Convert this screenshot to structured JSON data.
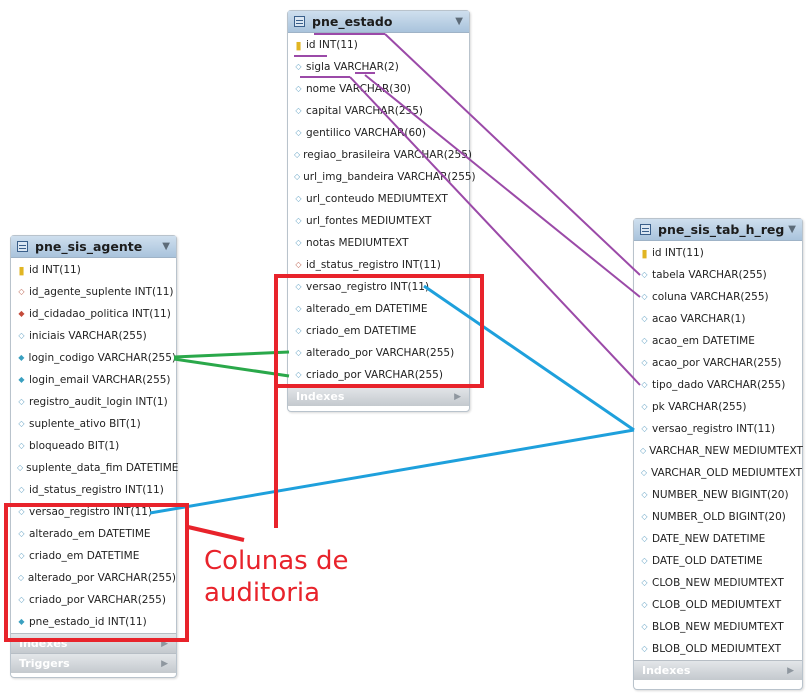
{
  "tables": {
    "estado": {
      "name": "pne_estado",
      "columns": [
        {
          "icon": "key",
          "text": "id INT(11)"
        },
        {
          "icon": "col",
          "text": "sigla VARCHAR(2)"
        },
        {
          "icon": "col",
          "text": "nome VARCHAR(30)"
        },
        {
          "icon": "col",
          "text": "capital VARCHAR(255)"
        },
        {
          "icon": "col",
          "text": "gentilico VARCHAR(60)"
        },
        {
          "icon": "col",
          "text": "regiao_brasileira VARCHAR(255)"
        },
        {
          "icon": "col",
          "text": "url_img_bandeira VARCHAR(255)"
        },
        {
          "icon": "col",
          "text": "url_conteudo MEDIUMTEXT"
        },
        {
          "icon": "col",
          "text": "url_fontes MEDIUMTEXT"
        },
        {
          "icon": "col",
          "text": "notas MEDIUMTEXT"
        },
        {
          "icon": "fk",
          "text": "id_status_registro INT(11)"
        },
        {
          "icon": "col",
          "text": "versao_registro INT(11)"
        },
        {
          "icon": "col",
          "text": "alterado_em DATETIME"
        },
        {
          "icon": "col",
          "text": "criado_em DATETIME"
        },
        {
          "icon": "col",
          "text": "alterado_por VARCHAR(255)"
        },
        {
          "icon": "col",
          "text": "criado_por VARCHAR(255)"
        }
      ],
      "sections": [
        "Indexes"
      ]
    },
    "agente": {
      "name": "pne_sis_agente",
      "columns": [
        {
          "icon": "key",
          "text": "id INT(11)"
        },
        {
          "icon": "fk",
          "text": "id_agente_suplente INT(11)"
        },
        {
          "icon": "fkfill",
          "text": "id_cidadao_politica INT(11)"
        },
        {
          "icon": "col",
          "text": "iniciais VARCHAR(255)"
        },
        {
          "icon": "col-fill",
          "text": "login_codigo VARCHAR(255)"
        },
        {
          "icon": "col-fill",
          "text": "login_email VARCHAR(255)"
        },
        {
          "icon": "col",
          "text": "registro_audit_login INT(1)"
        },
        {
          "icon": "col",
          "text": "suplente_ativo BIT(1)"
        },
        {
          "icon": "col",
          "text": "bloqueado BIT(1)"
        },
        {
          "icon": "col",
          "text": "suplente_data_fim DATETIME"
        },
        {
          "icon": "col",
          "text": "id_status_registro INT(11)"
        },
        {
          "icon": "col",
          "text": "versao_registro INT(11)"
        },
        {
          "icon": "col",
          "text": "alterado_em DATETIME"
        },
        {
          "icon": "col",
          "text": "criado_em DATETIME"
        },
        {
          "icon": "col",
          "text": "alterado_por VARCHAR(255)"
        },
        {
          "icon": "col",
          "text": "criado_por VARCHAR(255)"
        },
        {
          "icon": "col-fill",
          "text": "pne_estado_id INT(11)"
        }
      ],
      "sections": [
        "Indexes",
        "Triggers"
      ]
    },
    "reg": {
      "name": "pne_sis_tab_h_reg",
      "columns": [
        {
          "icon": "key",
          "text": "id INT(11)"
        },
        {
          "icon": "col",
          "text": "tabela VARCHAR(255)"
        },
        {
          "icon": "col",
          "text": "coluna VARCHAR(255)"
        },
        {
          "icon": "col",
          "text": "acao VARCHAR(1)"
        },
        {
          "icon": "col",
          "text": "acao_em DATETIME"
        },
        {
          "icon": "col",
          "text": "acao_por VARCHAR(255)"
        },
        {
          "icon": "col",
          "text": "tipo_dado VARCHAR(255)"
        },
        {
          "icon": "col",
          "text": "pk VARCHAR(255)"
        },
        {
          "icon": "col",
          "text": "versao_registro INT(11)"
        },
        {
          "icon": "col",
          "text": "VARCHAR_NEW MEDIUMTEXT"
        },
        {
          "icon": "col",
          "text": "VARCHAR_OLD MEDIUMTEXT"
        },
        {
          "icon": "col",
          "text": "NUMBER_NEW BIGINT(20)"
        },
        {
          "icon": "col",
          "text": "NUMBER_OLD BIGINT(20)"
        },
        {
          "icon": "col",
          "text": "DATE_NEW DATETIME"
        },
        {
          "icon": "col",
          "text": "DATE_OLD DATETIME"
        },
        {
          "icon": "col",
          "text": "CLOB_NEW MEDIUMTEXT"
        },
        {
          "icon": "col",
          "text": "CLOB_OLD MEDIUMTEXT"
        },
        {
          "icon": "col",
          "text": "BLOB_NEW MEDIUMTEXT"
        },
        {
          "icon": "col",
          "text": "BLOB_OLD MEDIUMTEXT"
        }
      ],
      "sections": [
        "Indexes"
      ]
    }
  },
  "caption": [
    "Colunas de",
    "auditoria"
  ],
  "colors": {
    "audit_box": "#e8232b",
    "link_purple": "#9b4aa8",
    "link_green": "#2aa84a",
    "link_blue": "#1ea0dc"
  }
}
